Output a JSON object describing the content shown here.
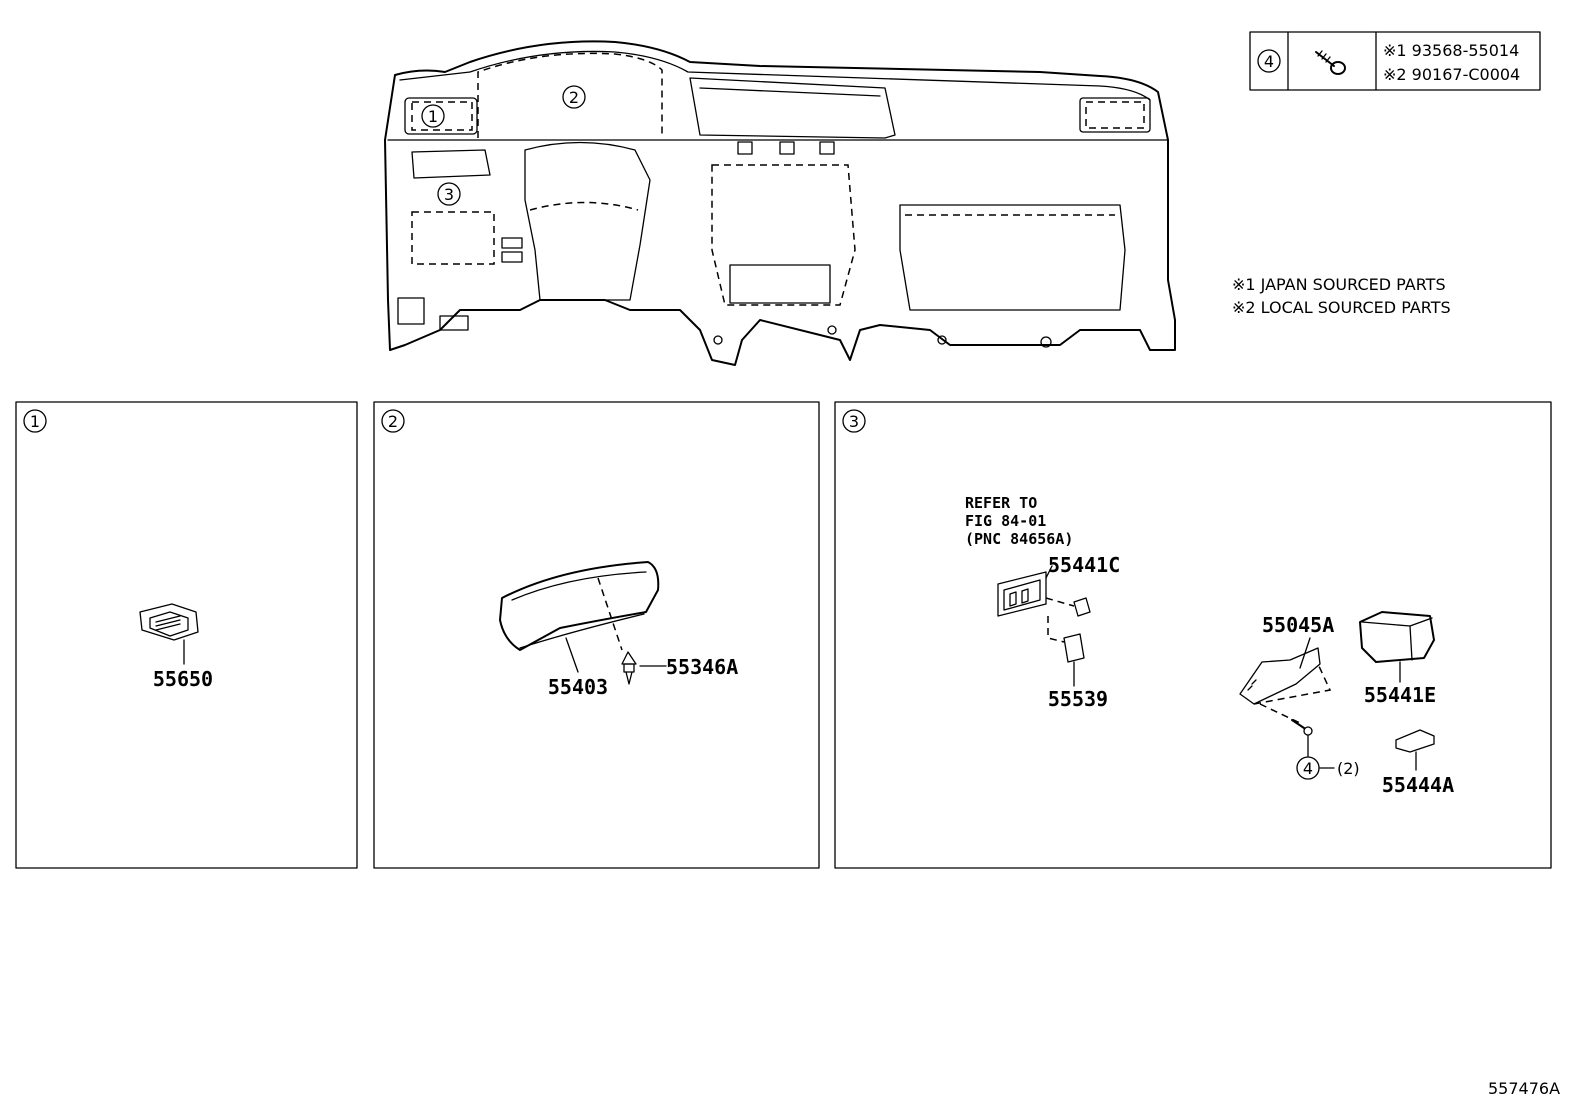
{
  "fastener_table": {
    "index": "4",
    "row1": "※1 93568-55014",
    "row2": "※2 90167-C0004"
  },
  "notes": {
    "note1": "※1 JAPAN SOURCED PARTS",
    "note2": "※2 LOCAL SOURCED PARTS"
  },
  "overview_callouts": [
    "1",
    "2",
    "3"
  ],
  "panels": [
    {
      "index": "1",
      "parts": {
        "p1": "55650"
      }
    },
    {
      "index": "2",
      "parts": {
        "p1": "55403",
        "p2": "55346A"
      }
    },
    {
      "index": "3",
      "refer": {
        "line1": "REFER TO",
        "line2": "FIG 84-01",
        "line3": "(PNC 84656A)"
      },
      "parts": {
        "p1": "55441C",
        "p2": "55539",
        "p3": "55045A",
        "p4": "55441E",
        "p5": "55444A"
      },
      "fastener_index": "4",
      "fastener_qty": "(2)"
    }
  ],
  "figure_id": "557476A"
}
